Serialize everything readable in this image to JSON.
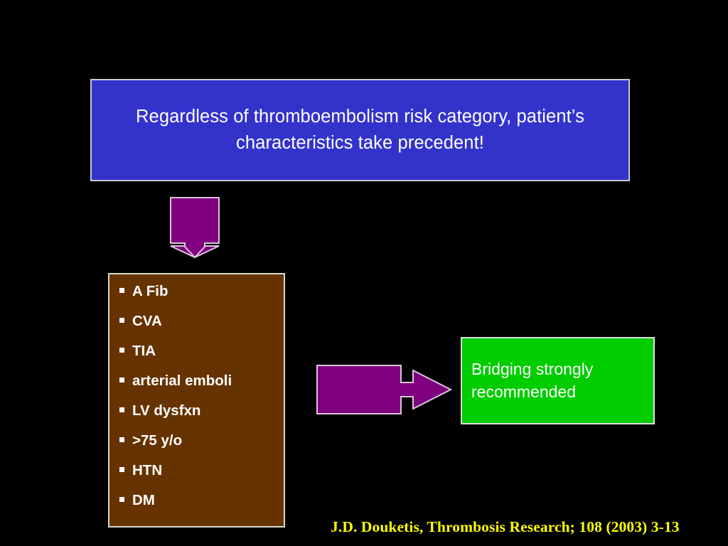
{
  "slide": {
    "background_color": "#000000"
  },
  "headline": {
    "text": "Regardless of thromboembolism risk category, patient’s characteristics take precedent!",
    "box_color": "#3333cc",
    "border_color": "#c8c8d2",
    "text_color": "#ffffff"
  },
  "arrows": {
    "down_arrow": {
      "name": "down-arrow",
      "direction": "down",
      "fill_color": "#800080",
      "outline_color": "#d9c6d9"
    },
    "right_arrow": {
      "name": "right-arrow",
      "direction": "right",
      "fill_color": "#800080",
      "outline_color": "#d9c6d9"
    }
  },
  "risk_factors": {
    "box_color": "#663300",
    "border_color": "#d8d8cf",
    "text_color": "#ffffff",
    "bullet_glyph": "square-bullet",
    "items": [
      "A Fib",
      "CVA",
      "TIA",
      "arterial emboli",
      "LV dysfxn",
      ">75 y/o",
      "HTN",
      "DM"
    ]
  },
  "recommendation": {
    "text": "Bridging strongly recommended",
    "box_color": "#00cc00",
    "border_color": "#e0e0e0",
    "text_color": "#ffffff"
  },
  "citation": {
    "text": "J.D. Douketis, Thrombosis Research; 108 (2003) 3-13",
    "color": "#ffff00"
  }
}
